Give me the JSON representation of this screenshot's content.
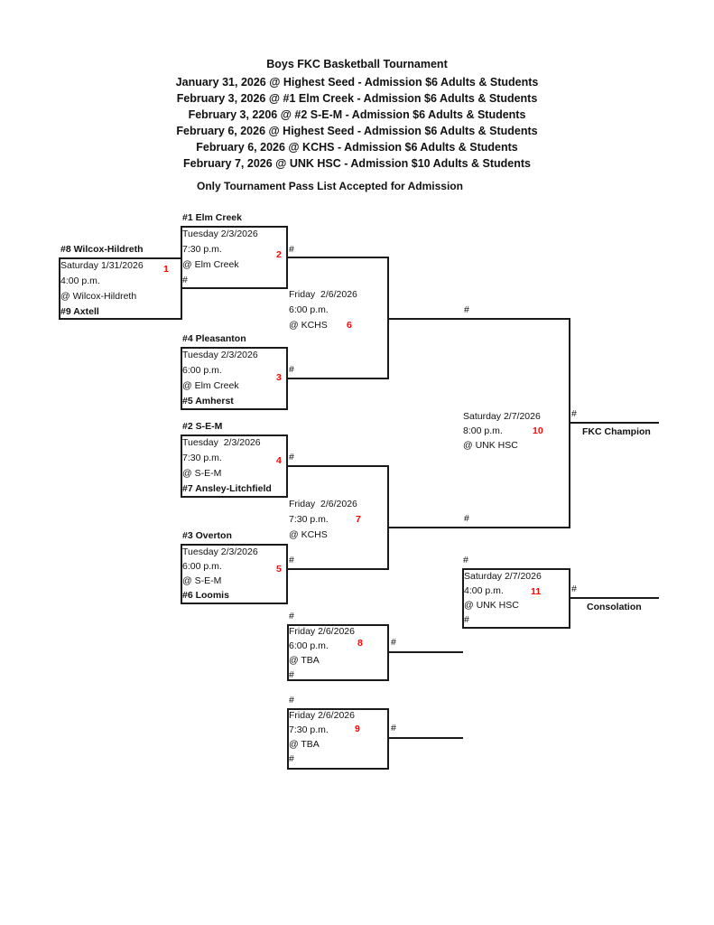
{
  "title": "Boys FKC Basketball Tournament",
  "schedule": [
    "January 31, 2026 @ Highest Seed - Admission $6 Adults & Students",
    "February 3, 2026 @ #1 Elm Creek - Admission $6 Adults & Students",
    "February 3, 2206 @ #2 S-E-M - Admission $6 Adults & Students",
    "February 6, 2026 @ Highest Seed - Admission $6 Adults & Students",
    "February 6, 2026 @ KCHS - Admission $6 Adults & Students",
    "February 7, 2026 @ UNK HSC - Admission $10 Adults & Students"
  ],
  "note": "Only Tournament Pass List Accepted for Admission",
  "hash": "#",
  "champion_label": "FKC Champion",
  "consolation_label": "Consolation",
  "colors": {
    "game_number": "#ff0000",
    "line": "#000000"
  },
  "games": {
    "g1": {
      "num": "1",
      "top": "#8 Wilcox-Hildreth",
      "date": "Saturday 1/31/2026",
      "time": "4:00 p.m.",
      "loc": "@ Wilcox-Hildreth",
      "bottom": "#9 Axtell"
    },
    "g2": {
      "num": "2",
      "top": "#1 Elm Creek",
      "date": "Tuesday 2/3/2026",
      "time": "7:30 p.m.",
      "loc": "@ Elm Creek",
      "bottom": "#"
    },
    "g3": {
      "num": "3",
      "top": "#4 Pleasanton",
      "date": "Tuesday 2/3/2026",
      "time": "6:00 p.m.",
      "loc": "@ Elm Creek",
      "bottom": "#5 Amherst"
    },
    "g4": {
      "num": "4",
      "top": "#2 S-E-M",
      "date": "Tuesday  2/3/2026",
      "time": "7:30 p.m.",
      "loc": "@ S-E-M",
      "bottom": "#7 Ansley-Litchfield"
    },
    "g5": {
      "num": "5",
      "top": "#3 Overton",
      "date": "Tuesday 2/3/2026",
      "time": "6:00 p.m.",
      "loc": "@ S-E-M",
      "bottom": "#6 Loomis"
    },
    "g6": {
      "num": "6",
      "date": "Friday  2/6/2026",
      "time": "6:00 p.m.",
      "loc": "@ KCHS"
    },
    "g7": {
      "num": "7",
      "date": "Friday  2/6/2026",
      "time": "7:30 p.m.",
      "loc": "@ KCHS"
    },
    "g8": {
      "num": "8",
      "top": "#",
      "date": "Friday 2/6/2026",
      "time": "6:00 p.m.",
      "loc": "@ TBA",
      "bottom": "#"
    },
    "g9": {
      "num": "9",
      "top": "#",
      "date": "Friday 2/6/2026",
      "time": "7:30 p.m.",
      "loc": "@ TBA",
      "bottom": "#"
    },
    "g10": {
      "num": "10",
      "date": "Saturday 2/7/2026",
      "time": "8:00 p.m.",
      "loc": "@ UNK HSC"
    },
    "g11": {
      "num": "11",
      "top": "#",
      "date": "Saturday 2/7/2026",
      "time": "4:00 p.m.",
      "loc": "@ UNK HSC",
      "bottom": "#"
    }
  }
}
